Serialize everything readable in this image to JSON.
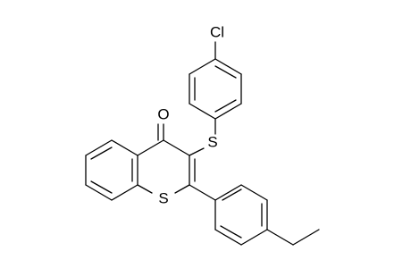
{
  "molecule": {
    "atoms": {
      "cl": "Cl",
      "s_thioether": "S",
      "o_carbonyl": "O",
      "s_ring": "S"
    }
  },
  "colors": {
    "bond": "#000000",
    "label": "#000000",
    "background": "#ffffff"
  }
}
